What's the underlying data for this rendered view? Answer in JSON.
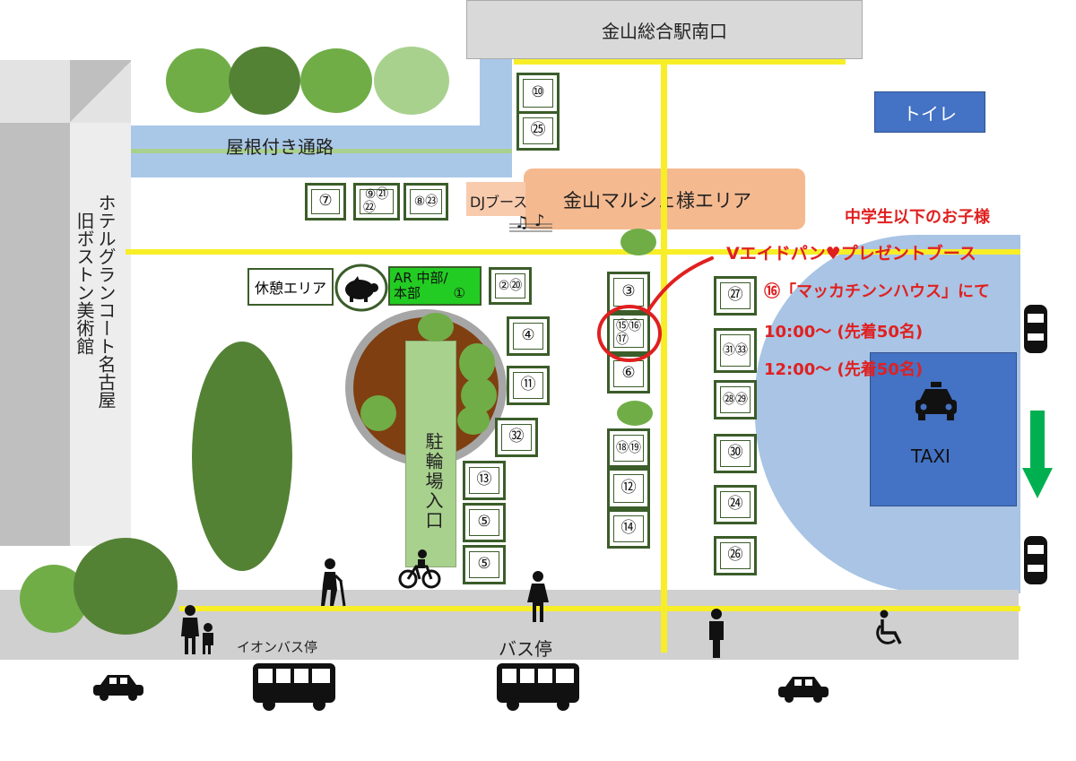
{
  "station_exit": "金山総合駅南口",
  "toilet": "トイレ",
  "roofed_passage": "屋根付き通路",
  "hotel": "ホテルグランコート名古屋",
  "museum": "旧ボストン美術館",
  "dj_booth": "DJブース",
  "marche_area": "金山マルシェ様エリア",
  "rest_area": "休憩エリア",
  "hq_line1": "AR 中部/",
  "hq_line2": "本部",
  "hq_num": "①",
  "bicycle_entrance": "駐輪場入口",
  "aeon_bus_stop": "イオンバス停",
  "bus_stop": "バス停",
  "taxi": "TAXI",
  "notice": {
    "line1": "中学生以下のお子様",
    "line2": "Vエイドパン♥プレゼントブース",
    "line3": "⑯「マッカチンンハウス」にて",
    "line4": "10:00～ (先着50名)",
    "line5": "12:00～ (先着50名)"
  },
  "booths": {
    "b10": "⑩",
    "b25": "㉕",
    "b7": "⑦",
    "b9_21": "⑨㉑",
    "b22": "㉒",
    "b8_23": "⑧㉓",
    "b2_20": "②⑳",
    "b3": "③",
    "b15_16": "⑮⑯",
    "b17": "⑰",
    "b6": "⑥",
    "b4": "④",
    "b11": "⑪",
    "b32": "㉜",
    "b13": "⑬",
    "b5a": "⑤",
    "b5b": "⑤",
    "b18_19": "⑱⑲",
    "b12": "⑫",
    "b14": "⑭",
    "b27": "㉗",
    "b31_33": "㉛㉝",
    "b28_29": "㉘㉙",
    "b30": "㉚",
    "b24": "㉔",
    "b26": "㉖"
  },
  "colors": {
    "road_yellow": "#f7ee27",
    "booth_border": "#3b5d2a",
    "notice_red": "#e02020",
    "taxi_blue": "#4472c4",
    "passage_blue": "#a9c8e8",
    "marche_orange": "#f4b183",
    "hq_green": "#22cc22"
  },
  "icons": [
    "music-notes-icon",
    "pig-icon",
    "tree-icon",
    "pedestrian-icon",
    "wheelchair-icon",
    "bicycle-icon",
    "bus-icon",
    "car-icon",
    "taxi-icon",
    "down-arrow-icon"
  ]
}
